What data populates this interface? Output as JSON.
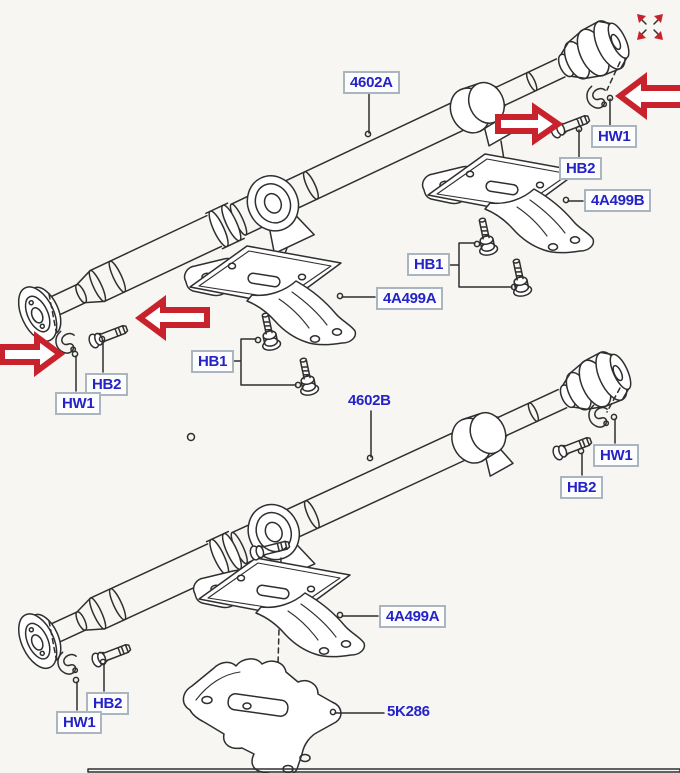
{
  "diagram_type": "driveshaft-exploded-parts-diagram",
  "colors": {
    "background": "#f7f6f3",
    "label_text": "#2323c8",
    "label_border": "#a9b6c0",
    "label_background": "#fdfdfd",
    "line_art": "#2f2f2f",
    "annotation_red": "#c8232c"
  },
  "callouts": [
    {
      "id": "c0",
      "text": "4602A",
      "boxed": true
    },
    {
      "id": "c1",
      "text": "HW1",
      "boxed": true
    },
    {
      "id": "c2",
      "text": "HB2",
      "boxed": true
    },
    {
      "id": "c3",
      "text": "4A499B",
      "boxed": true
    },
    {
      "id": "c4",
      "text": "HB1",
      "boxed": true
    },
    {
      "id": "c5",
      "text": "4A499A",
      "boxed": true
    },
    {
      "id": "c6",
      "text": "HB1",
      "boxed": true
    },
    {
      "id": "c7",
      "text": "HB2",
      "boxed": true
    },
    {
      "id": "c8",
      "text": "HW1",
      "boxed": true
    },
    {
      "id": "c9",
      "text": "4602B",
      "boxed": false
    },
    {
      "id": "c10",
      "text": "HW1",
      "boxed": true
    },
    {
      "id": "c11",
      "text": "HB2",
      "boxed": true
    },
    {
      "id": "c12",
      "text": "4A499A",
      "boxed": true
    },
    {
      "id": "c13",
      "text": "5K286",
      "boxed": false
    },
    {
      "id": "c14",
      "text": "HB2",
      "boxed": true
    },
    {
      "id": "c15",
      "text": "HW1",
      "boxed": true
    }
  ],
  "annotations": {
    "red_arrows": [
      {
        "direction": "right",
        "location": "upper-middle"
      },
      {
        "direction": "left",
        "location": "upper-right"
      },
      {
        "direction": "left",
        "location": "middle-left"
      },
      {
        "direction": "right",
        "location": "far-left"
      }
    ],
    "expand_icon": {
      "glyph": "four-outward-arrows",
      "color": "#c8232c"
    },
    "red_dot_marker": {
      "color": "#c8232c"
    }
  }
}
